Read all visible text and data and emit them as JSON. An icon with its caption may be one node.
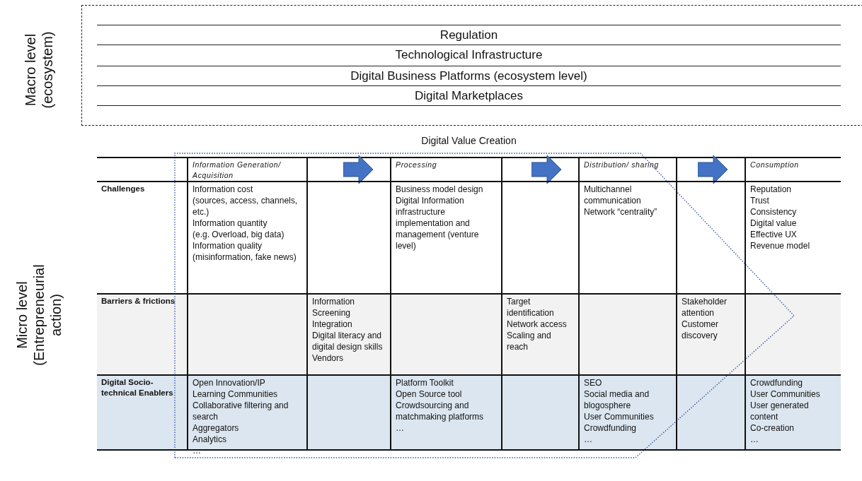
{
  "diagram": {
    "nodes": [
      {
        "text": [],
        "shape": "box"
      },
      {
        "text": [
          "Regulation"
        ],
        "in": 0
      },
      {
        "text": [
          "Technological Infrastructure"
        ],
        "in": 0
      },
      {
        "text": [
          "Digital Business Platforms (ecosystem level)"
        ],
        "in": 0
      },
      {
        "text": [
          "Digital Marketplaces"
        ],
        "in": 0
      }
    ],
    "labels": [
      "Macro level (ecosystem)",
      "Digital Value Creation",
      "Micro level (Entrepreneurial action)",
      "Information Generation/ Acquisition",
      "Processing",
      "Distribution/ sharing",
      "Consumption",
      "Challenges",
      "Information cost",
      "(sources, access, channels, etc.)",
      "Information quantity",
      "(e.g. Overload, big data)",
      "Information quality",
      "(misinformation, fake news)",
      "Business model design",
      "Digital Information infrastructure implementation and management (venture level)",
      "Multichannel communication",
      "Network “centrality”",
      "Reputation",
      "Trust",
      "Consistency",
      "Digital value",
      "Effective UX",
      "Revenue model",
      "Barriers & frictions",
      "Information",
      "Screening",
      "Integration",
      "Digital literacy and digital design skills",
      "Vendors",
      "Target identification",
      "Network access",
      "Scaling and reach",
      "Stakeholder attention",
      "Customer discovery",
      "Digital Socio-technical Enablers",
      "Open Innovation/IP",
      "Learning Communities",
      "Collaborative filtering and search",
      "Aggregators",
      "Analytics",
      "…",
      "Platform Toolkit",
      "Open Source tool",
      "Crowdsourcing and matchmaking platforms",
      "…",
      "SEO",
      "Social media and blogosphere",
      "User Communities",
      "Crowdfunding",
      "…",
      "Crowdfunding",
      "User Communities",
      "User generated content",
      "Co-creation",
      "…"
    ]
  }
}
